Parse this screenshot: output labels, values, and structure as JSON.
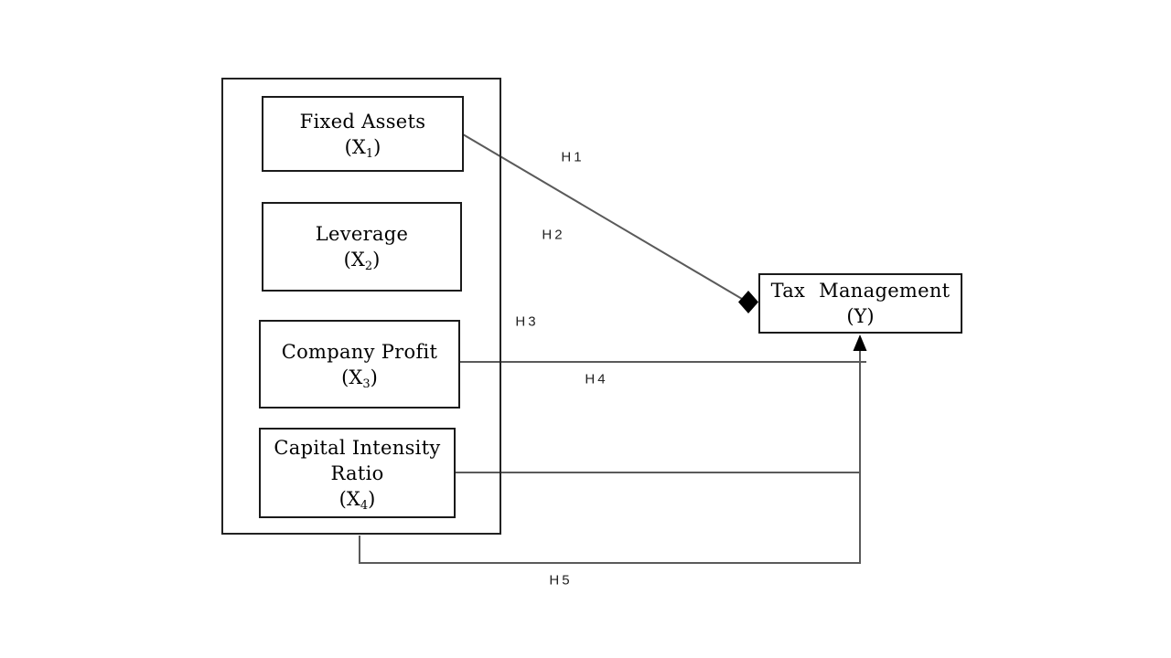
{
  "diagram": {
    "type": "research-conceptual-framework",
    "colors": {
      "background": "#ffffff",
      "box_border": "#1a1a1a",
      "connector_line": "#5a5a5a",
      "marker_fill": "#000000",
      "text": "#000000"
    },
    "independent_variables": [
      {
        "title": "Fixed Assets",
        "sym_pre": "(X",
        "sym_sub": "1",
        "sym_post": ")"
      },
      {
        "title": "Leverage",
        "sym_pre": "(X",
        "sym_sub": "2",
        "sym_post": ")"
      },
      {
        "title": "Company Profit",
        "sym_pre": "(X",
        "sym_sub": "3",
        "sym_post": ")"
      },
      {
        "title": "Capital Intensity\nRatio",
        "sym_pre": "(X",
        "sym_sub": "4",
        "sym_post": ")"
      }
    ],
    "dependent_variable": {
      "title": "Tax Management",
      "sym_pre": "(Y",
      "sym_sub": "",
      "sym_post": ")"
    },
    "hypotheses": [
      {
        "label": "H1"
      },
      {
        "label": "H2"
      },
      {
        "label": "H3"
      },
      {
        "label": "H4"
      },
      {
        "label": "H5"
      }
    ]
  }
}
